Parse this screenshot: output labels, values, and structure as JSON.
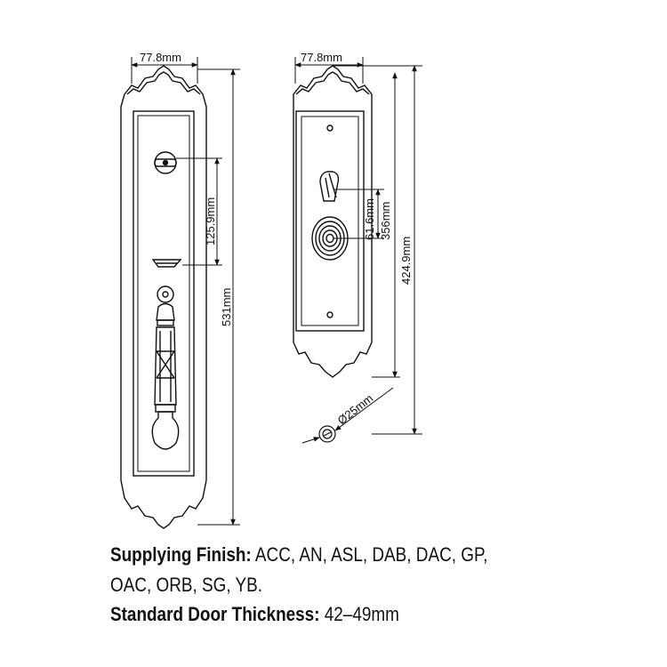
{
  "dimensions": {
    "front_width": "77.8mm",
    "back_width": "77.8mm",
    "front_handle_spacing": "125.9mm",
    "front_height": "531mm",
    "back_hole_spacing": "61.6mm",
    "back_center": "356mm",
    "back_height": "424.9mm",
    "cylinder_diameter": "Ø25mm"
  },
  "specs": {
    "finish_label": "Supplying Finish:",
    "finish_values_line1": " ACC, AN, ASL, DAB, DAC, GP,",
    "finish_values_line2": "OAC, ORB, SG, YB.",
    "thickness_label": "Standard Door Thickness:",
    "thickness_value": " 42–49mm"
  }
}
